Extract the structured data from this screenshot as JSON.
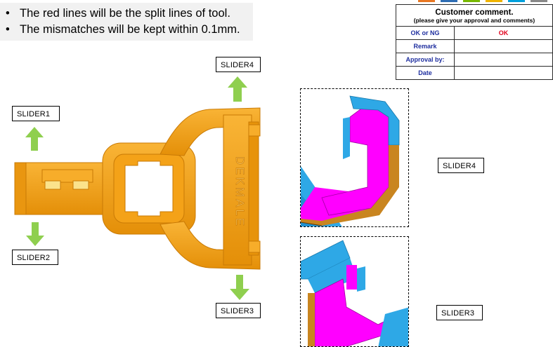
{
  "notes": [
    "The red lines will be the split lines of tool.",
    "The mismatches will be kept within 0.1mm."
  ],
  "bullet": "•",
  "sliders": {
    "slider1": "SLIDER1",
    "slider2": "SLIDER2",
    "slider3": "SLIDER3",
    "slider4": "SLIDER4",
    "detail_top": "SLIDER4",
    "detail_bottom": "SLIDER3"
  },
  "part_text": "DEKMALE",
  "comment_table": {
    "title": "Customer comment.",
    "subtitle": "(please give your approval and comments)",
    "rows": [
      {
        "label": "OK or NG",
        "value": "OK"
      },
      {
        "label": "Remark",
        "value": ""
      },
      {
        "label": "Approval by:",
        "value": ""
      },
      {
        "label": "Date",
        "value": ""
      }
    ]
  },
  "colors": {
    "part_orange": "#f5a00f",
    "arrow_green": "#8fcf4f",
    "slider_blue": "#2ea8e6",
    "slider_magenta": "#ff00ff",
    "ok_red": "#e0001b"
  }
}
